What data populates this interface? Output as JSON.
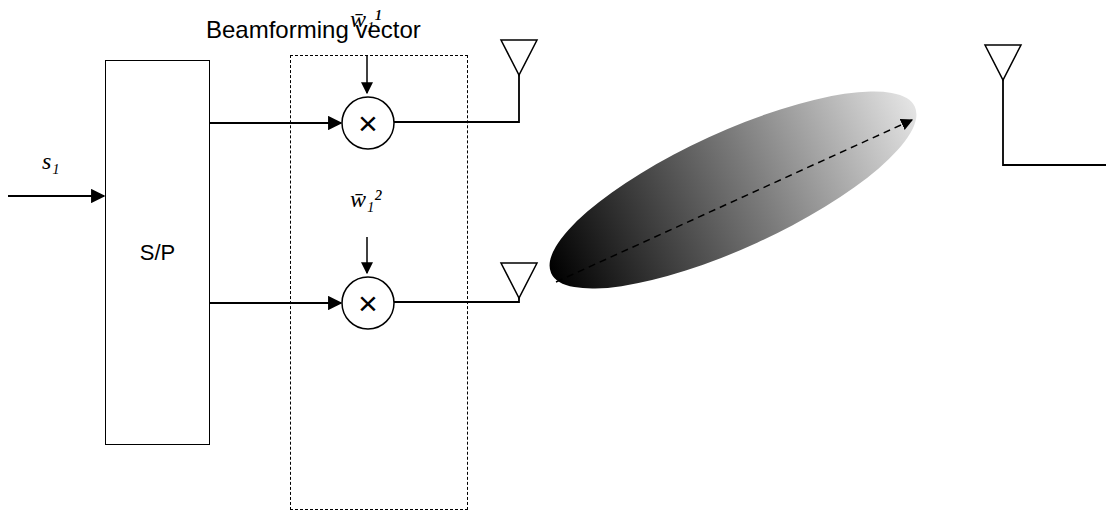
{
  "diagram": {
    "nodes": [
      {
        "text": [
          "S/P"
        ]
      },
      {
        "text": [
          "Beamforming vector"
        ]
      },
      {
        "text": [
          "×"
        ],
        "in": 1
      },
      {
        "text": [
          "×"
        ],
        "in": 1
      }
    ],
    "edges": [
      {
        "from": 0,
        "to": 2,
        "arrow": "to"
      },
      {
        "from": 0,
        "to": 3,
        "arrow": "to"
      }
    ],
    "labels": [
      "s₁",
      "w̄₁¹",
      "w̄₁²"
    ]
  }
}
